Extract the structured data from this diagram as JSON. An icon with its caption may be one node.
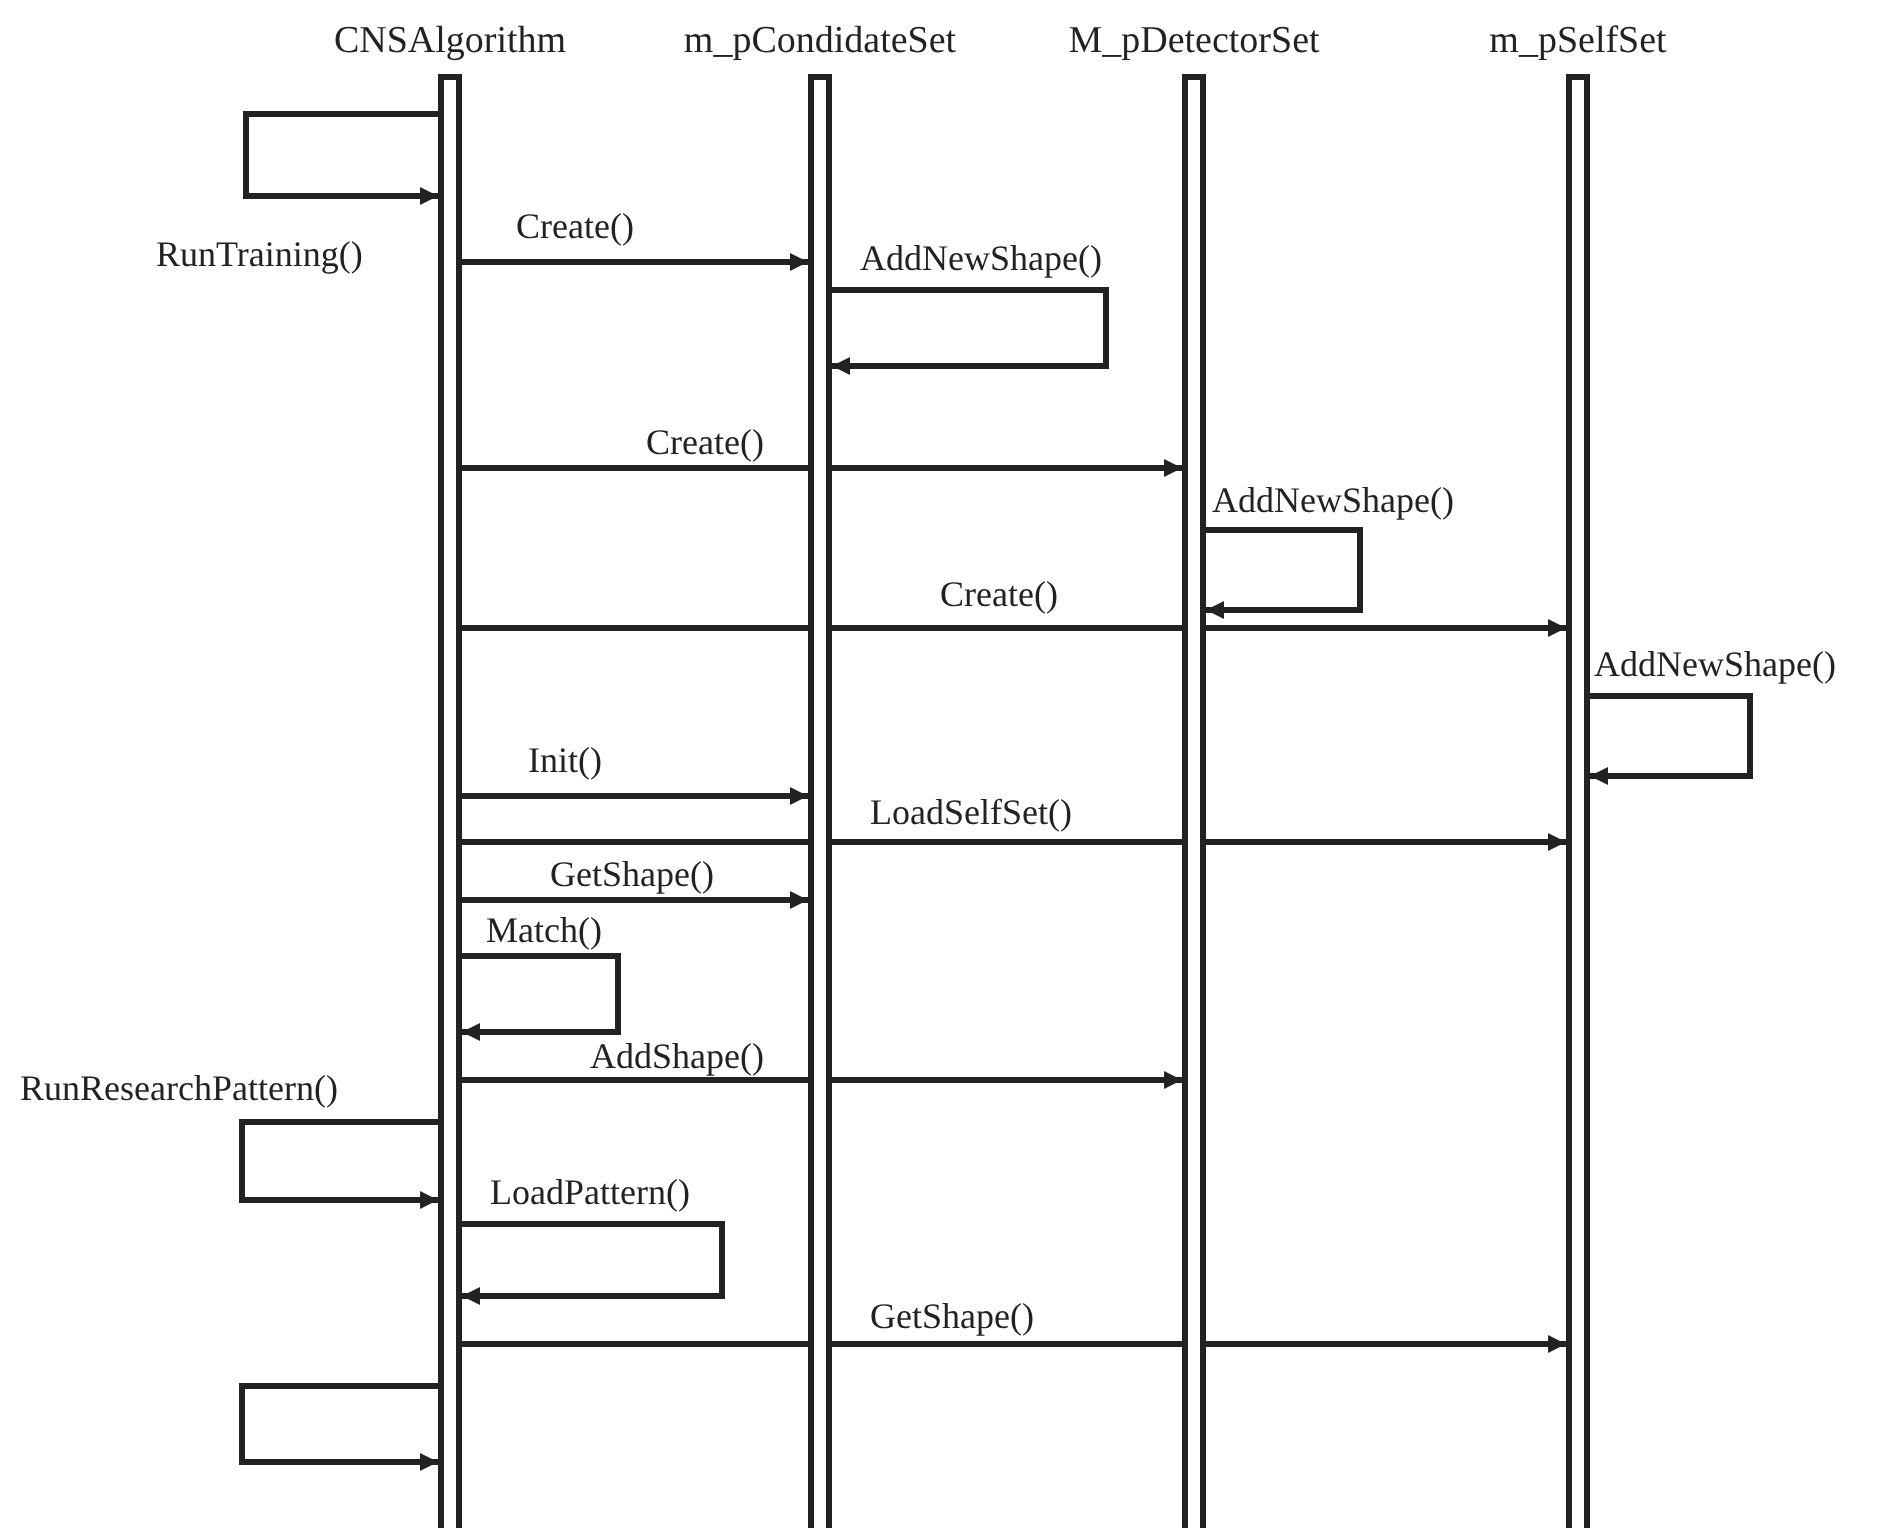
{
  "diagram": {
    "nodes": [
      {
        "text": [
          "CNSAlgorithm"
        ]
      },
      {
        "text": [
          "m_pCondidateSet"
        ]
      },
      {
        "text": [
          "M_pDetectorSet"
        ]
      },
      {
        "text": [
          "m_pSelfSet"
        ]
      }
    ],
    "edges": [
      {
        "from": 0,
        "to": 0,
        "arrow": "to",
        "label": "RunTraining()"
      },
      {
        "from": 0,
        "to": 1,
        "arrow": "to",
        "label": "Create()"
      },
      {
        "from": 1,
        "to": 1,
        "arrow": "to",
        "label": "AddNewShape()"
      },
      {
        "from": 0,
        "to": 2,
        "arrow": "to",
        "label": "Create()"
      },
      {
        "from": 2,
        "to": 2,
        "arrow": "to",
        "label": "AddNewShape()"
      },
      {
        "from": 0,
        "to": 3,
        "arrow": "to",
        "label": "Create()"
      },
      {
        "from": 3,
        "to": 3,
        "arrow": "to",
        "label": "AddNewShape()"
      },
      {
        "from": 0,
        "to": 1,
        "arrow": "to",
        "label": "Init()"
      },
      {
        "from": 0,
        "to": 3,
        "arrow": "to",
        "label": "LoadSelfSet()"
      },
      {
        "from": 0,
        "to": 1,
        "arrow": "to",
        "label": "GetShape()"
      },
      {
        "from": 0,
        "to": 0,
        "arrow": "to",
        "label": "Match()"
      },
      {
        "from": 0,
        "to": 2,
        "arrow": "to",
        "label": "AddShape()"
      },
      {
        "from": 0,
        "to": 0,
        "arrow": "to",
        "label": "RunResearchPattern()"
      },
      {
        "from": 0,
        "to": 0,
        "arrow": "to",
        "label": "LoadPattern()"
      },
      {
        "from": 0,
        "to": 3,
        "arrow": "to",
        "label": "GetShape()"
      },
      {
        "from": 0,
        "to": 0,
        "arrow": "to"
      }
    ]
  }
}
